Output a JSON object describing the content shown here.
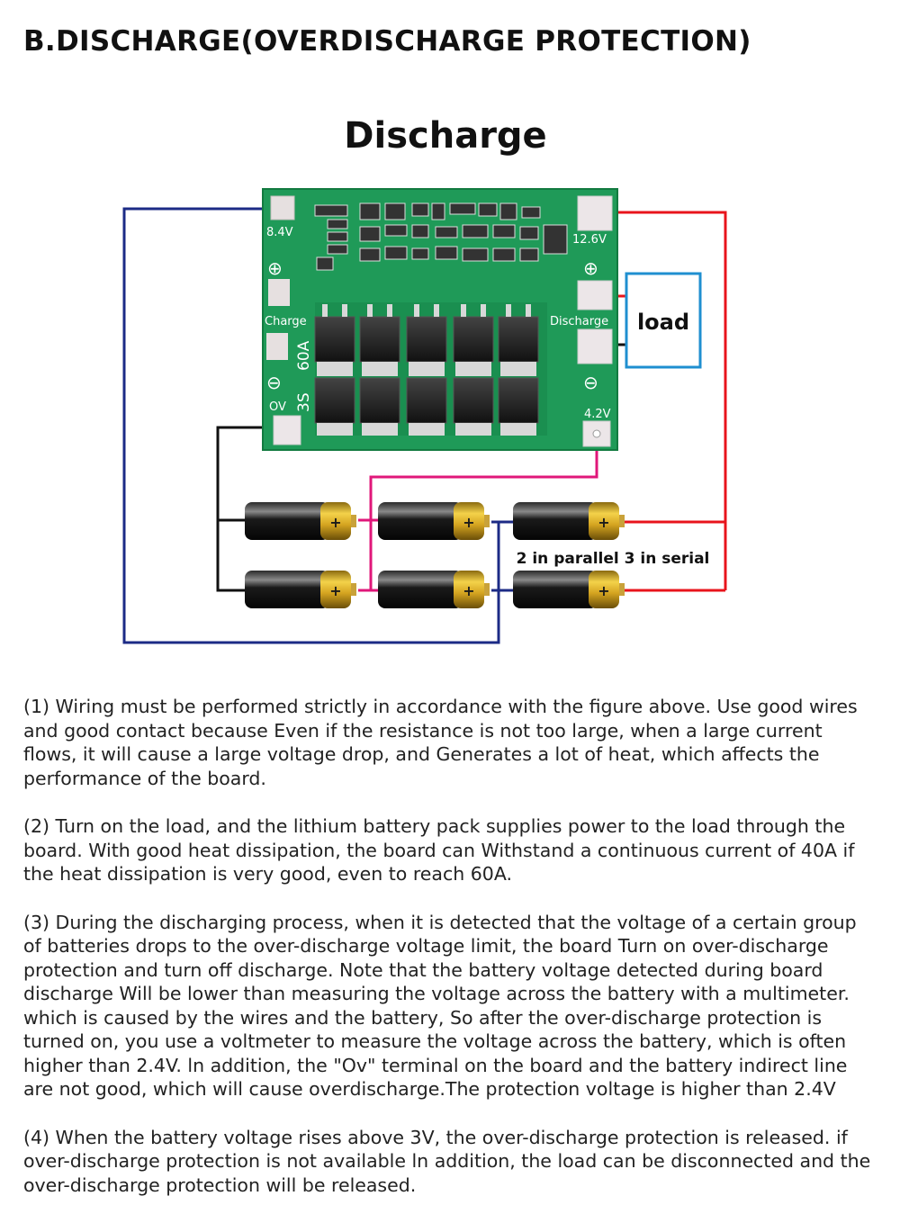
{
  "header": {
    "title": "B.DISCHARGE(OVERDISCHARGE PROTECTION)"
  },
  "diagram": {
    "title": "Discharge",
    "board": {
      "label_84v": "8.4V",
      "label_126v": "12.6V",
      "label_42v": "4.2V",
      "label_charge": "Charge",
      "label_discharge": "Discharge",
      "label_ov": "OV",
      "label_3s": "3S",
      "label_60a": "60A",
      "plus_symbol": "⊕",
      "minus_symbol": "⊖"
    },
    "load_label": "load",
    "battery_note": "2 in parallel 3 in serial",
    "battery_plus": "+",
    "wire_colors": {
      "positive": "#e8141c",
      "blue": "#1c2b86",
      "black": "#111111",
      "balance": "#e0177a",
      "load_box": "#1f8fd0",
      "pcb": "#1f9a58"
    }
  },
  "paragraphs": [
    "(1) Wiring must be performed strictly in accordance with the figure above. Use good wires and good contact because Even if the resistance is not too large, when a large current flows, it will cause a large voltage drop, and Generates a lot of heat, which affects the performance of the board.",
    "(2) Turn on the load, and the lithium battery pack supplies power to the load through the board. With good heat dissipation, the board can Withstand a continuous current of 40A if the heat dissipation is very good, even to reach 60A.",
    "(3) During the discharging process, when it is detected that the voltage of a certain group of batteries drops to the over-discharge voltage limit, the board Turn on over-discharge protection and turn off discharge. Note that the battery voltage detected during board discharge Will be lower than measuring the voltage across the battery with a multimeter. which is caused by the wires and the battery, So after the over-discharge protection is turned on, you use a voltmeter to measure the voltage across the battery, which is often higher than 2.4V. ln addition, the \"Ov\" terminal on the board and the battery indirect line are not good, which will cause overdischarge.The protection voltage is higher than 2.4V",
    "(4) When the battery voltage rises above 3V, the over-discharge protection is released. if over-discharge protection is not available ln addition, the load can be disconnected and the over-discharge protection will be released."
  ]
}
